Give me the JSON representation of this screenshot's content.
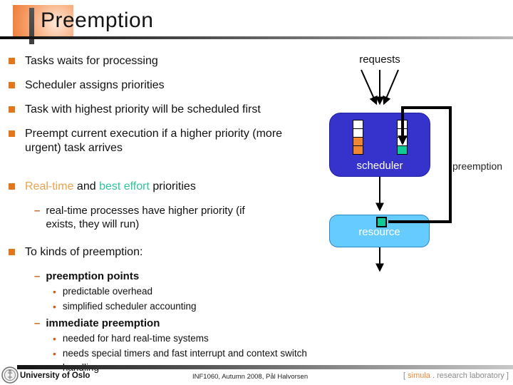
{
  "header": {
    "title": "Preemption"
  },
  "content": {
    "b1": "Tasks waits for processing",
    "b2": "Scheduler assigns priorities",
    "b3": "Task with highest priority will be scheduled first",
    "b4": "Preempt current execution if a higher priority (more urgent) task arrives",
    "b5_rt": "Real-time",
    "b5_mid": " and ",
    "b5_be": "best effort",
    "b5_end": " priorities",
    "b5_sub": "real-time processes have higher priority (if exists, they will run)",
    "b6": "To kinds of preemption:",
    "b6_s1": "preemption points",
    "b6_s1a": "predictable overhead",
    "b6_s1b": "simplified scheduler accounting",
    "b6_s2": "immediate preemption",
    "b6_s2a": "needed for hard real-time systems",
    "b6_s2b": "needs special timers and fast interrupt and context switch handling",
    "marker_dash": "–",
    "marker_dot": "•"
  },
  "diagram": {
    "requests_label": "requests",
    "scheduler_label": "scheduler",
    "resource_label": "resource",
    "preemption_label": "preemption"
  },
  "footer": {
    "university": "University of Oslo",
    "course_info": "INF1060,  Autumn 2008,  Pål Halvorsen",
    "simula_open": "[ ",
    "simula_name": "simula",
    "simula_rest": " . research laboratory ]"
  },
  "colors": {
    "scheduler_blue": "#3533cb",
    "resource_blue": "#66ccff",
    "queue_orange": "#f08532",
    "queue_green": "#10c997",
    "bullet_orange": "#e2761b",
    "realtime_orange": "#e8a34e",
    "besteffort_teal": "#2fc49e"
  }
}
